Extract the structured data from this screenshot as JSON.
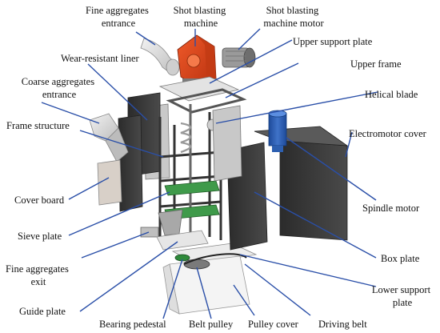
{
  "labels": {
    "fine_agg_entrance": [
      "Fine aggregates",
      "entrance"
    ],
    "shot_blasting_machine": [
      "Shot blasting",
      "machine"
    ],
    "shot_blasting_motor": [
      "Shot blasting",
      "machine motor"
    ],
    "upper_support_plate": "Upper support plate",
    "wear_resistant_liner": "Wear-resistant liner",
    "upper_frame": "Upper frame",
    "coarse_agg_entrance": [
      "Coarse aggregates",
      "entrance"
    ],
    "helical_blade": "Helical blade",
    "frame_structure": "Frame structure",
    "electromotor_cover": "Electromotor cover",
    "cover_board": "Cover board",
    "spindle_motor": "Spindle motor",
    "sieve_plate": "Sieve plate",
    "box_plate": "Box plate",
    "fine_agg_exit": [
      "Fine aggregates",
      "exit"
    ],
    "lower_support_plate": [
      "Lower support",
      "plate"
    ],
    "guide_plate": "Guide plate",
    "bearing_pedestal": "Bearing pedestal",
    "belt_pulley": "Belt pulley",
    "pulley_cover": "Pulley cover",
    "driving_belt": "Driving belt"
  },
  "colors": {
    "leader": "#2a4fa8",
    "shot_blaster": "#e0431f",
    "motor_blue": "#2d5fb0",
    "dark_panel": "#3b3b3b",
    "light_panel": "#d9d9d9",
    "green_part": "#2f8a3b"
  }
}
